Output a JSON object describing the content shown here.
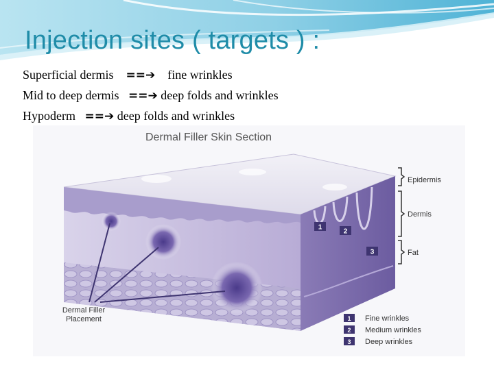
{
  "slide": {
    "title": "Injection sites ( targets )  :",
    "colors": {
      "title": "#1f8ca8",
      "header_band": "#8fd0e6",
      "figure_tissue": "#8a7bb6"
    },
    "bullets": [
      {
        "left": "Superficial dermis",
        "arrow": "==➔",
        "right": "fine wrinkles"
      },
      {
        "left": "Mid to deep dermis",
        "arrow": "==➔",
        "right": "deep folds and wrinkles"
      },
      {
        "left": "Hypoderm",
        "arrow": "==➔",
        "right": "deep folds and wrinkles"
      }
    ]
  },
  "figure": {
    "title": "Dermal Filler Skin Section",
    "layers": {
      "epidermis": "Epidermis",
      "dermis": "Dermis",
      "fat": "Fat"
    },
    "placement_label_1": "Dermal Filler",
    "placement_label_2": "Placement",
    "markers": [
      "1",
      "2",
      "3"
    ],
    "legend": [
      {
        "num": "1",
        "label": "Fine wrinkles"
      },
      {
        "num": "2",
        "label": "Medium wrinkles"
      },
      {
        "num": "3",
        "label": "Deep wrinkles"
      }
    ]
  }
}
